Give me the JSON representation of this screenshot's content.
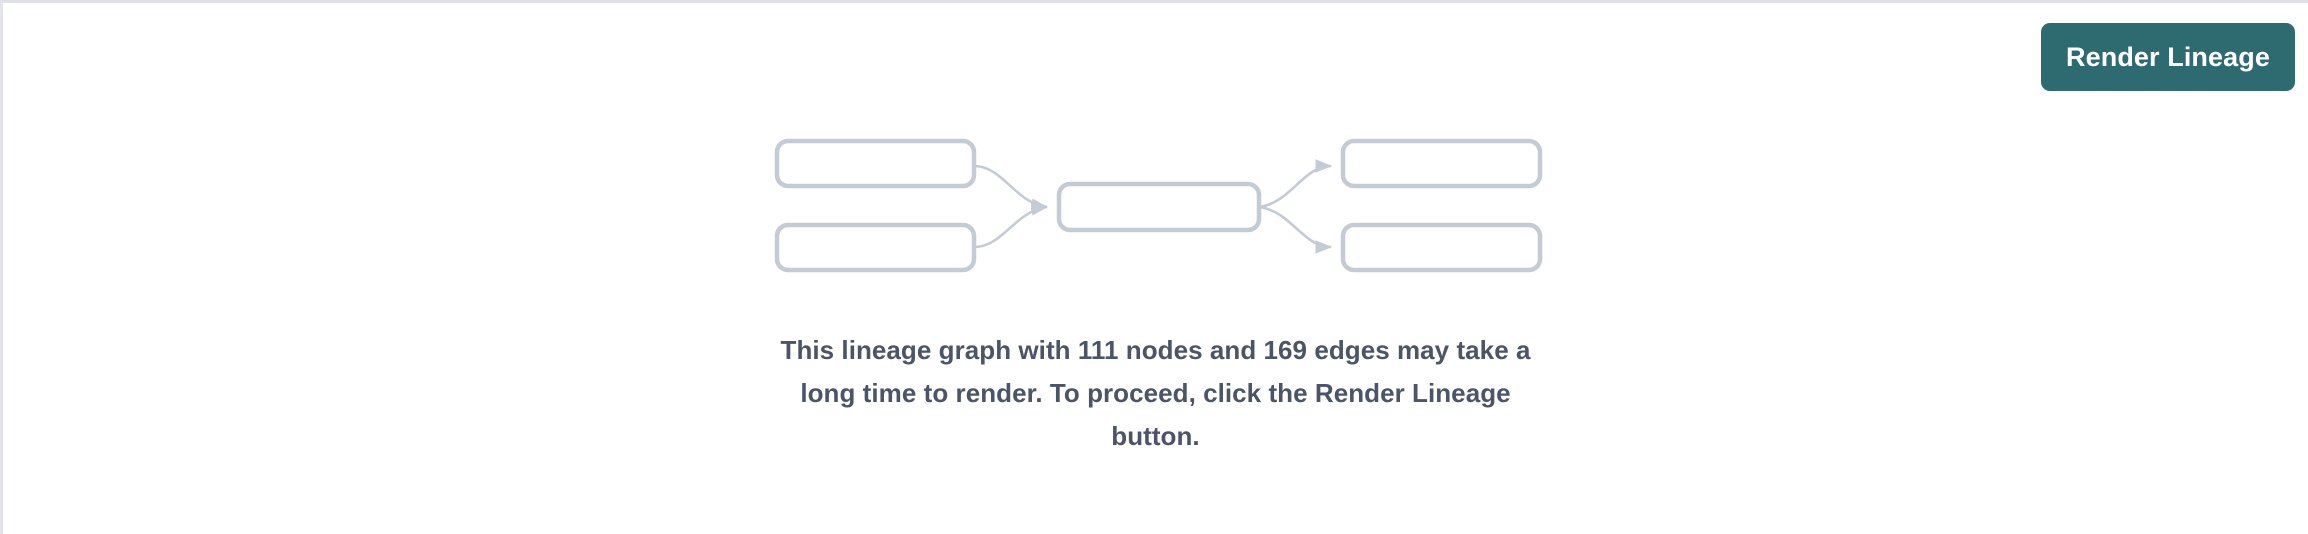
{
  "theme": {
    "page_background": "#ffffff",
    "border_color": "#dfe1e6",
    "button_background": "#2e6b71",
    "button_text_color": "#ffffff",
    "node_stroke": "#c5cbd4",
    "node_fill": "#ffffff",
    "edge_stroke": "#c5cbd4",
    "message_text_color": "#4c5468"
  },
  "toolbar": {
    "render_lineage_label": "Render Lineage"
  },
  "lineage_placeholder": {
    "node_count_shown": 5,
    "nodes": [
      {
        "id": "upstream-1",
        "label": ""
      },
      {
        "id": "upstream-2",
        "label": ""
      },
      {
        "id": "center",
        "label": ""
      },
      {
        "id": "downstream-1",
        "label": ""
      },
      {
        "id": "downstream-2",
        "label": ""
      }
    ],
    "edges": [
      {
        "from": "upstream-1",
        "to": "center"
      },
      {
        "from": "upstream-2",
        "to": "center"
      },
      {
        "from": "center",
        "to": "downstream-1"
      },
      {
        "from": "center",
        "to": "downstream-2"
      }
    ]
  },
  "warning": {
    "message": "This lineage graph with 111 nodes and 169 edges may take a long time to render. To proceed, click the Render Lineage button.",
    "node_count": 111,
    "edge_count": 169
  }
}
